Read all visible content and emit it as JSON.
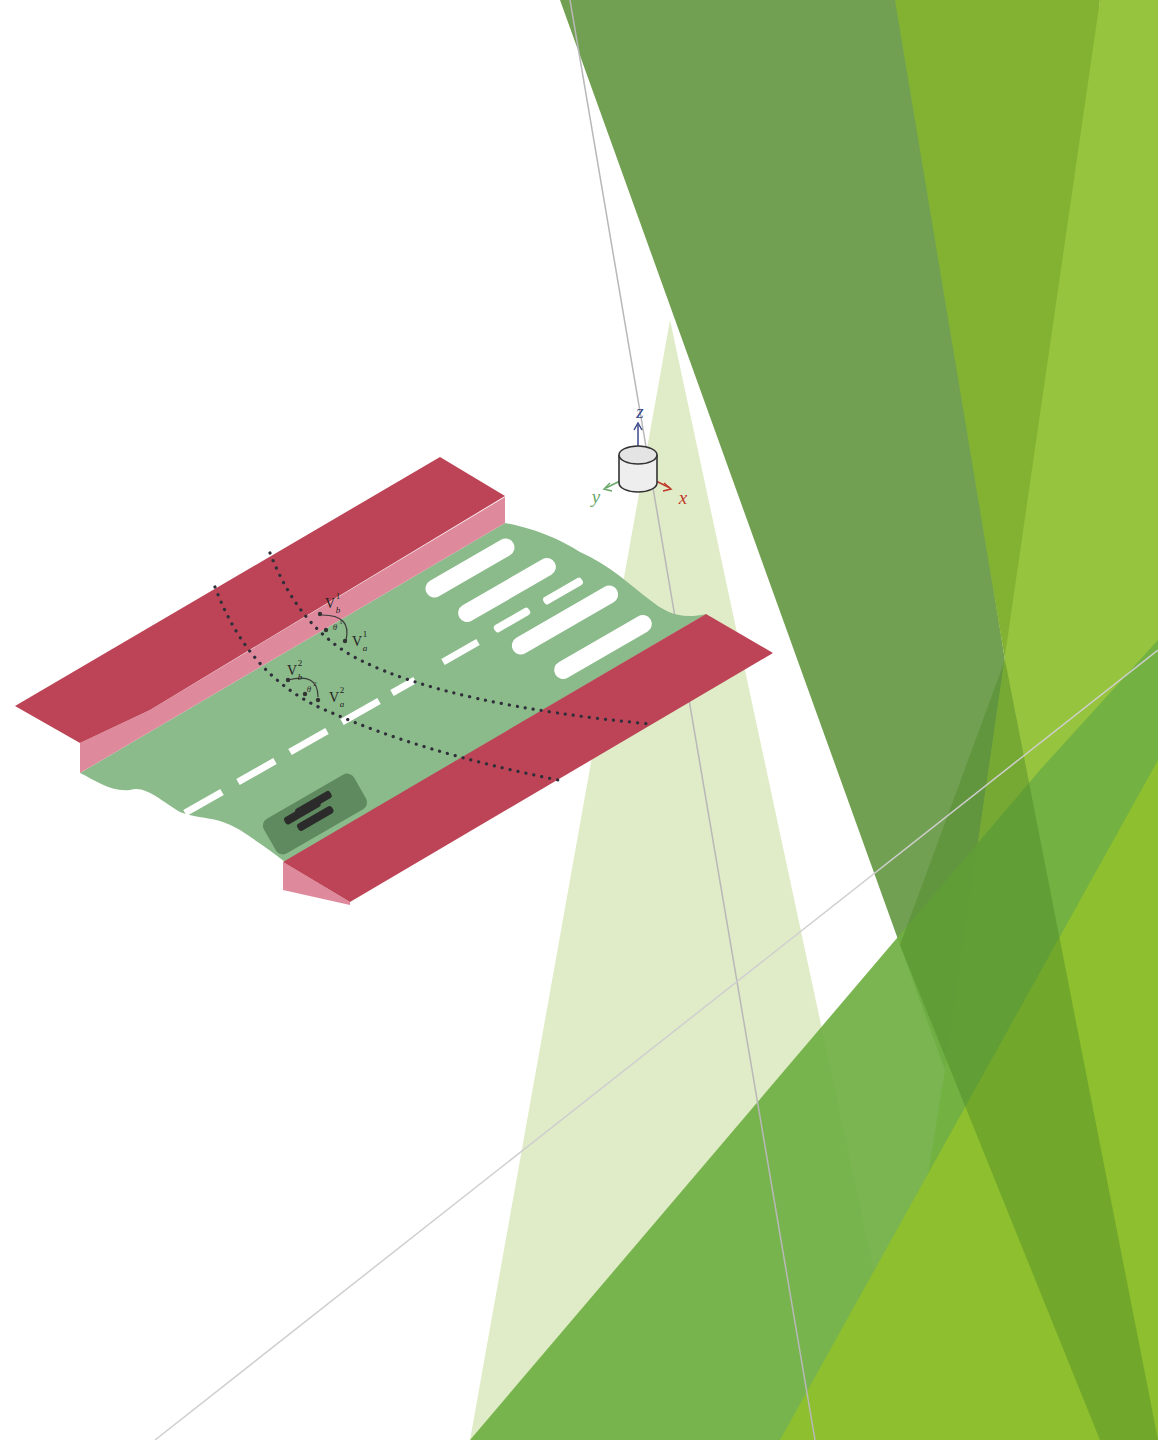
{
  "diagram": {
    "labels": [
      "z",
      "y",
      "x",
      "V",
      "1",
      "b",
      "θ",
      "1",
      "V",
      "1",
      "a",
      "V",
      "2",
      "b",
      "θ",
      "2",
      "V",
      "2",
      "a"
    ]
  }
}
